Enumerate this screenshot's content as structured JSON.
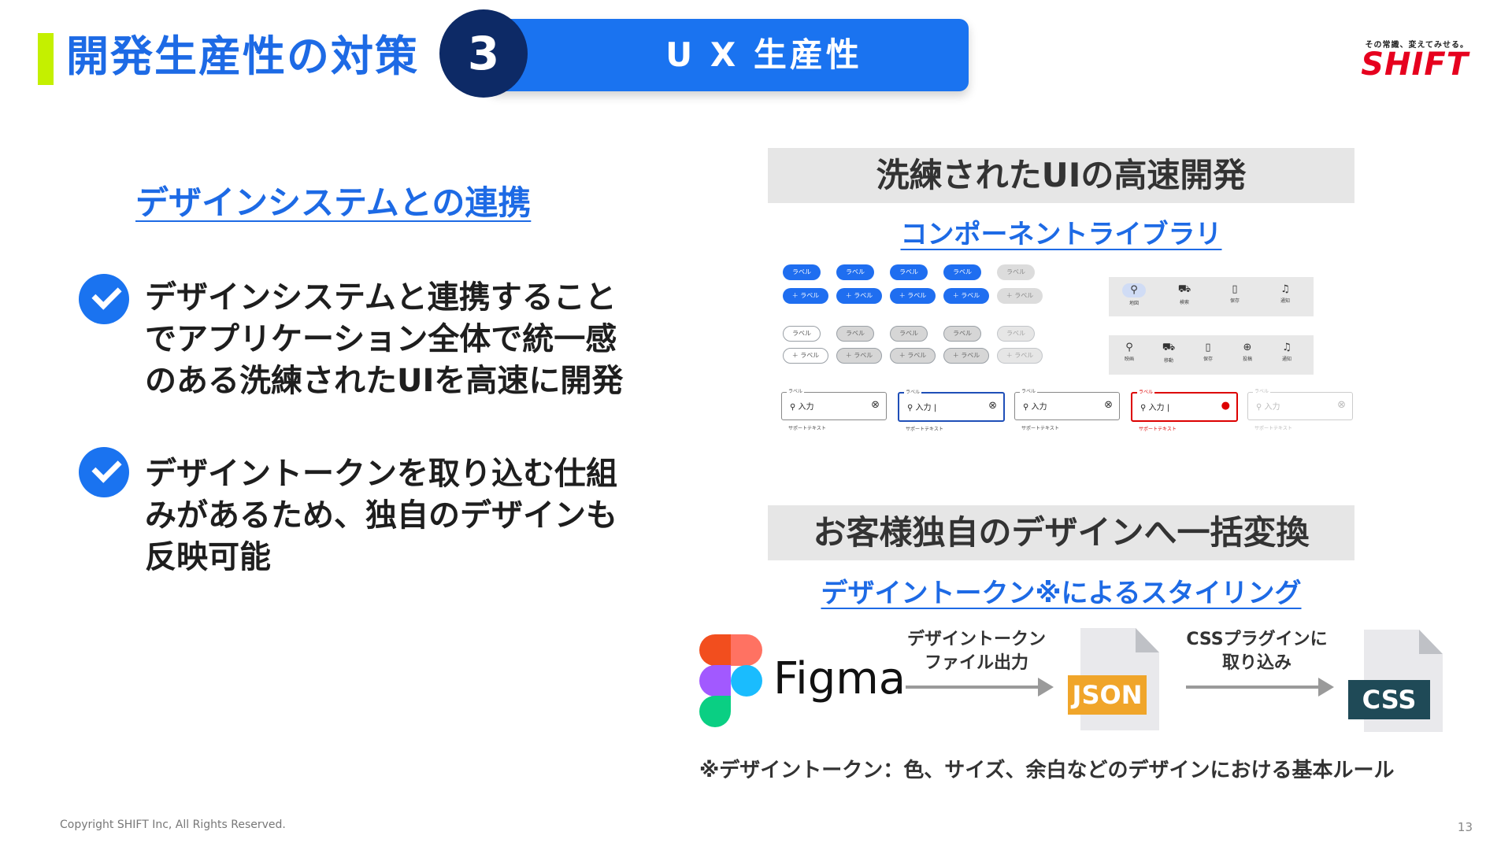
{
  "header": {
    "title": "開発生産性の対策",
    "section_number": "3",
    "section_label": "U X 生産性"
  },
  "logo": {
    "tagline": "その常識、変えてみせる。",
    "wordmark": "SHIFT",
    "color": "#e6001e"
  },
  "left": {
    "heading": "デザインシステムとの連携",
    "bullets": [
      {
        "lines": [
          "デザインシステムと連携すること",
          "でアプリケーション全体で統一感",
          "のある洗練されたUIを高速に開発"
        ]
      },
      {
        "lines": [
          "デザイントークンを取り込む仕組",
          "みがあるため、独自のデザインも",
          "反映可能"
        ]
      }
    ]
  },
  "right": {
    "panel1": {
      "title": "洗練されたUIの高速開発",
      "subtitle": "コンポーネントライブラリ"
    },
    "panel2": {
      "title": "お客様独自のデザインへ一括変換",
      "subtitle": "デザイントークン※によるスタイリング"
    },
    "component_library": {
      "chip_label": "ラベル",
      "chip_add_label": "＋ ラベル",
      "nav_top": [
        "地図",
        "検索",
        "保存",
        "通知"
      ],
      "nav_bottom": [
        "映画",
        "移動",
        "保存",
        "投稿",
        "通知"
      ],
      "field_label": "ラベル",
      "field_value": "入力",
      "field_help": "サポートテキスト"
    },
    "flow": {
      "figma_word": "Figma",
      "step1_caption": [
        "デザイントークン",
        "ファイル出力"
      ],
      "json_label": "JSON",
      "step2_caption": [
        "CSSプラグインに",
        "取り込み"
      ],
      "css_label": "CSS"
    },
    "footnote": "※デザイントークン：色、サイズ、余白などのデザインにおける基本ルール"
  },
  "footer": {
    "copyright": "Copyright SHIFT Inc, All Rights Reserved.",
    "page_number": "13"
  },
  "colors": {
    "accent_blue": "#1a73f0",
    "title_blue": "#1d6ae5",
    "navy": "#0d2a66",
    "lime": "#c4f000",
    "json_orange": "#f0a52a",
    "css_teal": "#1f4a57"
  }
}
